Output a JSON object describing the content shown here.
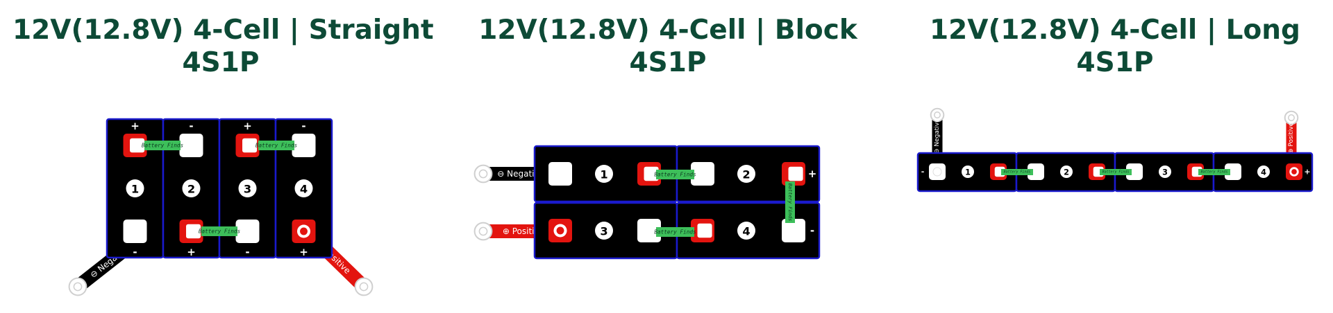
{
  "titles": {
    "straight": {
      "line1": "12V(12.8V) 4-Cell | Straight",
      "line2": "4S1P"
    },
    "block": {
      "line1": "12V(12.8V) 4-Cell | Block",
      "line2": "4S1P"
    },
    "long": {
      "line1": "12V(12.8V) 4-Cell | Long",
      "line2": "4S1P"
    }
  },
  "cells": [
    "1",
    "2",
    "3",
    "4"
  ],
  "signs": {
    "plus": "+",
    "minus": "-"
  },
  "busbar_label": "Battery Finds",
  "leads": {
    "negative": "Negative",
    "positive": "Positive",
    "neg_symbol": "⊖",
    "pos_symbol": "⊕"
  },
  "colors": {
    "title": "#0d4a36",
    "cell_body": "#000000",
    "cell_border": "#1a1acc",
    "positive_terminal": "#e3140f",
    "negative_terminal": "#ffffff",
    "busbar": "#3dbf5a",
    "negative_lead": "#000000",
    "positive_lead": "#e3140f"
  }
}
